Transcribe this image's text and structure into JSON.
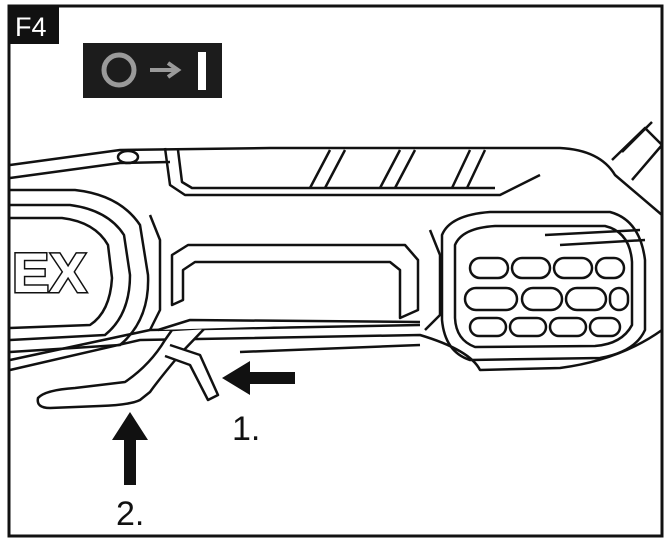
{
  "figure": {
    "tag": "F4",
    "switch_symbol": {
      "from": "O",
      "to": "I",
      "icon": "off-to-on-arrow-icon"
    },
    "brand_fragment": "EX",
    "steps": [
      {
        "label": "1.",
        "icon": "arrow-left-icon"
      },
      {
        "label": "2.",
        "icon": "arrow-up-icon"
      }
    ]
  }
}
